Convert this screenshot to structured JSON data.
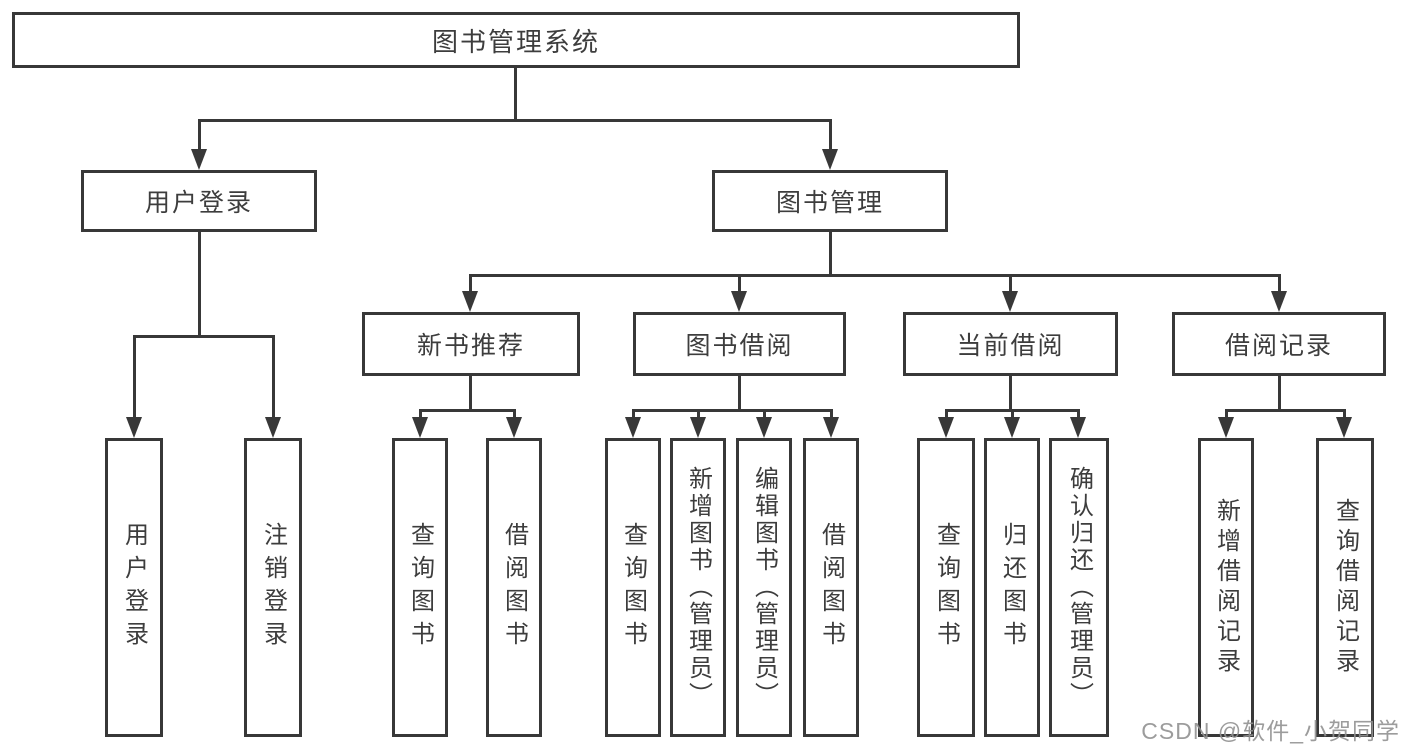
{
  "root": {
    "label": "图书管理系统"
  },
  "level2": [
    {
      "label": "用户登录"
    },
    {
      "label": "图书管理"
    }
  ],
  "level3": [
    {
      "label": "新书推荐",
      "parent": "图书管理"
    },
    {
      "label": "图书借阅",
      "parent": "图书管理"
    },
    {
      "label": "当前借阅",
      "parent": "图书管理"
    },
    {
      "label": "借阅记录",
      "parent": "图书管理"
    }
  ],
  "leaves": [
    {
      "label": "用户登录",
      "parent": "用户登录"
    },
    {
      "label": "注销登录",
      "parent": "用户登录"
    },
    {
      "label": "查询图书",
      "parent": "新书推荐"
    },
    {
      "label": "借阅图书",
      "parent": "新书推荐"
    },
    {
      "label": "查询图书",
      "parent": "图书借阅"
    },
    {
      "label": "新增图书（管理员）",
      "parent": "图书借阅"
    },
    {
      "label": "编辑图书（管理员）",
      "parent": "图书借阅"
    },
    {
      "label": "借阅图书",
      "parent": "图书借阅"
    },
    {
      "label": "查询图书",
      "parent": "当前借阅"
    },
    {
      "label": "归还图书",
      "parent": "当前借阅"
    },
    {
      "label": "确认归还（管理员）",
      "parent": "当前借阅"
    },
    {
      "label": "新增借阅记录",
      "parent": "借阅记录"
    },
    {
      "label": "查询借阅记录",
      "parent": "借阅记录"
    }
  ],
  "watermark": {
    "text": "CSDN @软件_小贺同学"
  },
  "colors": {
    "line": "#383838",
    "text": "#3d3d3d",
    "background": "#ffffff",
    "watermark": "#919191"
  }
}
